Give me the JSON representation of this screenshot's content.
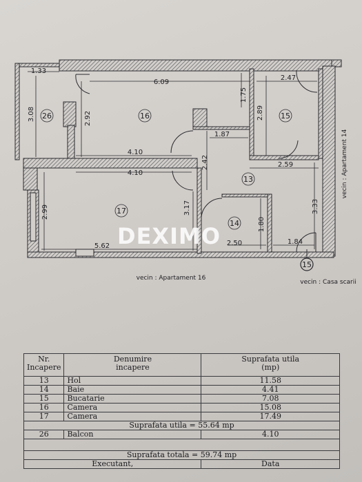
{
  "plan": {
    "rooms": [
      {
        "id": "r26",
        "number": "26"
      },
      {
        "id": "r16",
        "number": "16"
      },
      {
        "id": "r15",
        "number": "15"
      },
      {
        "id": "r13",
        "number": "13"
      },
      {
        "id": "r17",
        "number": "17"
      },
      {
        "id": "r14",
        "number": "14"
      },
      {
        "id": "r15b",
        "number": "15"
      }
    ],
    "dimensions": [
      "1.33",
      "6.09",
      "2.47",
      "3.08",
      "2.92",
      "1.75",
      "2.89",
      "1.87",
      "4.10",
      "4.10",
      "2.42",
      "2.59",
      "2.99",
      "3.17",
      "3.33",
      "1.80",
      "5.62",
      "2.50",
      "1.84"
    ],
    "labels": {
      "vecin_ap16": "vecin : Apartament 16",
      "vecin_ap14": "vecin : Apartament 14",
      "vecin_scara": "vecin : Casa scarii"
    }
  },
  "watermark": {
    "text": "DEXIMO"
  },
  "legend_table": {
    "headers": {
      "nr": "Nr.\nIncapere",
      "denumire": "Denumire\nincapere",
      "suprafata": "Suprafata utila\n(mp)"
    },
    "rows": [
      {
        "nr": "13",
        "name": "Hol",
        "area": "11.58"
      },
      {
        "nr": "14",
        "name": "Baie",
        "area": "4.41"
      },
      {
        "nr": "15",
        "name": "Bucatarie",
        "area": "7.08"
      },
      {
        "nr": "16",
        "name": "Camera",
        "area": "15.08"
      },
      {
        "nr": "17",
        "name": "Camera",
        "area": "17.49"
      }
    ],
    "utila_total": "Suprafata utila = 55.64 mp",
    "balcon": {
      "nr": "26",
      "name": "Balcon",
      "area": "4.10"
    },
    "totala": "Suprafata totala = 59.74 mp",
    "footer": {
      "executant": "Executant,",
      "data": "Data"
    }
  }
}
